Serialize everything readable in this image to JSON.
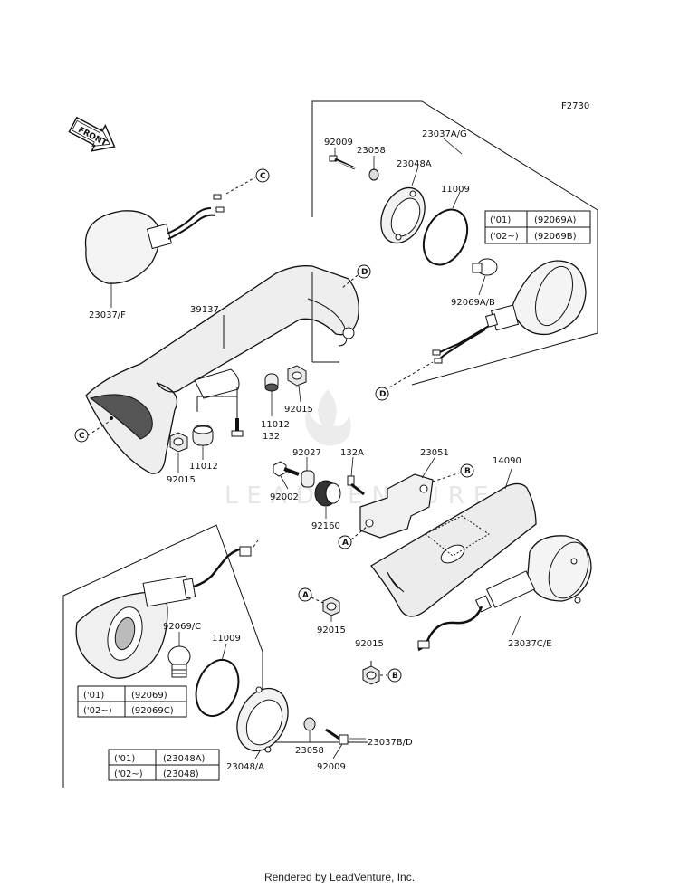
{
  "figure_code": "F2730",
  "front_label": "FRONT",
  "watermark": "LEADVENTURE",
  "parts": {
    "p23037F": "23037/F",
    "p39137": "39137",
    "p92009_top": "92009",
    "p23058_top": "23058",
    "p23037AG": "23037A/G",
    "p23048A_top": "23048A",
    "p11009_top": "11009",
    "p92069AB": "92069A/B",
    "p11012_mid": "11012",
    "p92015_mid": "92015",
    "p132": "132",
    "p92015_left": "92015",
    "p11012_left": "11012",
    "p92027": "92027",
    "p132A": "132A",
    "p23051": "23051",
    "p14090": "14090",
    "p92002": "92002",
    "p92160": "92160",
    "p92015_lower": "92015",
    "p23037CE": "23037C/E",
    "p92069C": "92069/C",
    "p11009_bot": "11009",
    "p92015_bot": "92015",
    "p23037BD": "23037B/D",
    "p23058_bot": "23058",
    "p23048A_bot": "23048/A",
    "p92009_bot": "92009"
  },
  "callouts": {
    "A": "A",
    "B": "B",
    "C": "C",
    "D": "D"
  },
  "tables": {
    "top": [
      [
        "('01)",
        "(92069A)"
      ],
      [
        "('02~)",
        "(92069B)"
      ]
    ],
    "mid": [
      [
        "('01)",
        "(92069)"
      ],
      [
        "('02~)",
        "(92069C)"
      ]
    ],
    "bottom": [
      [
        "('01)",
        "(23048A)"
      ],
      [
        "('02~)",
        "(23048)"
      ]
    ]
  },
  "footer": "Rendered by LeadVenture, Inc."
}
